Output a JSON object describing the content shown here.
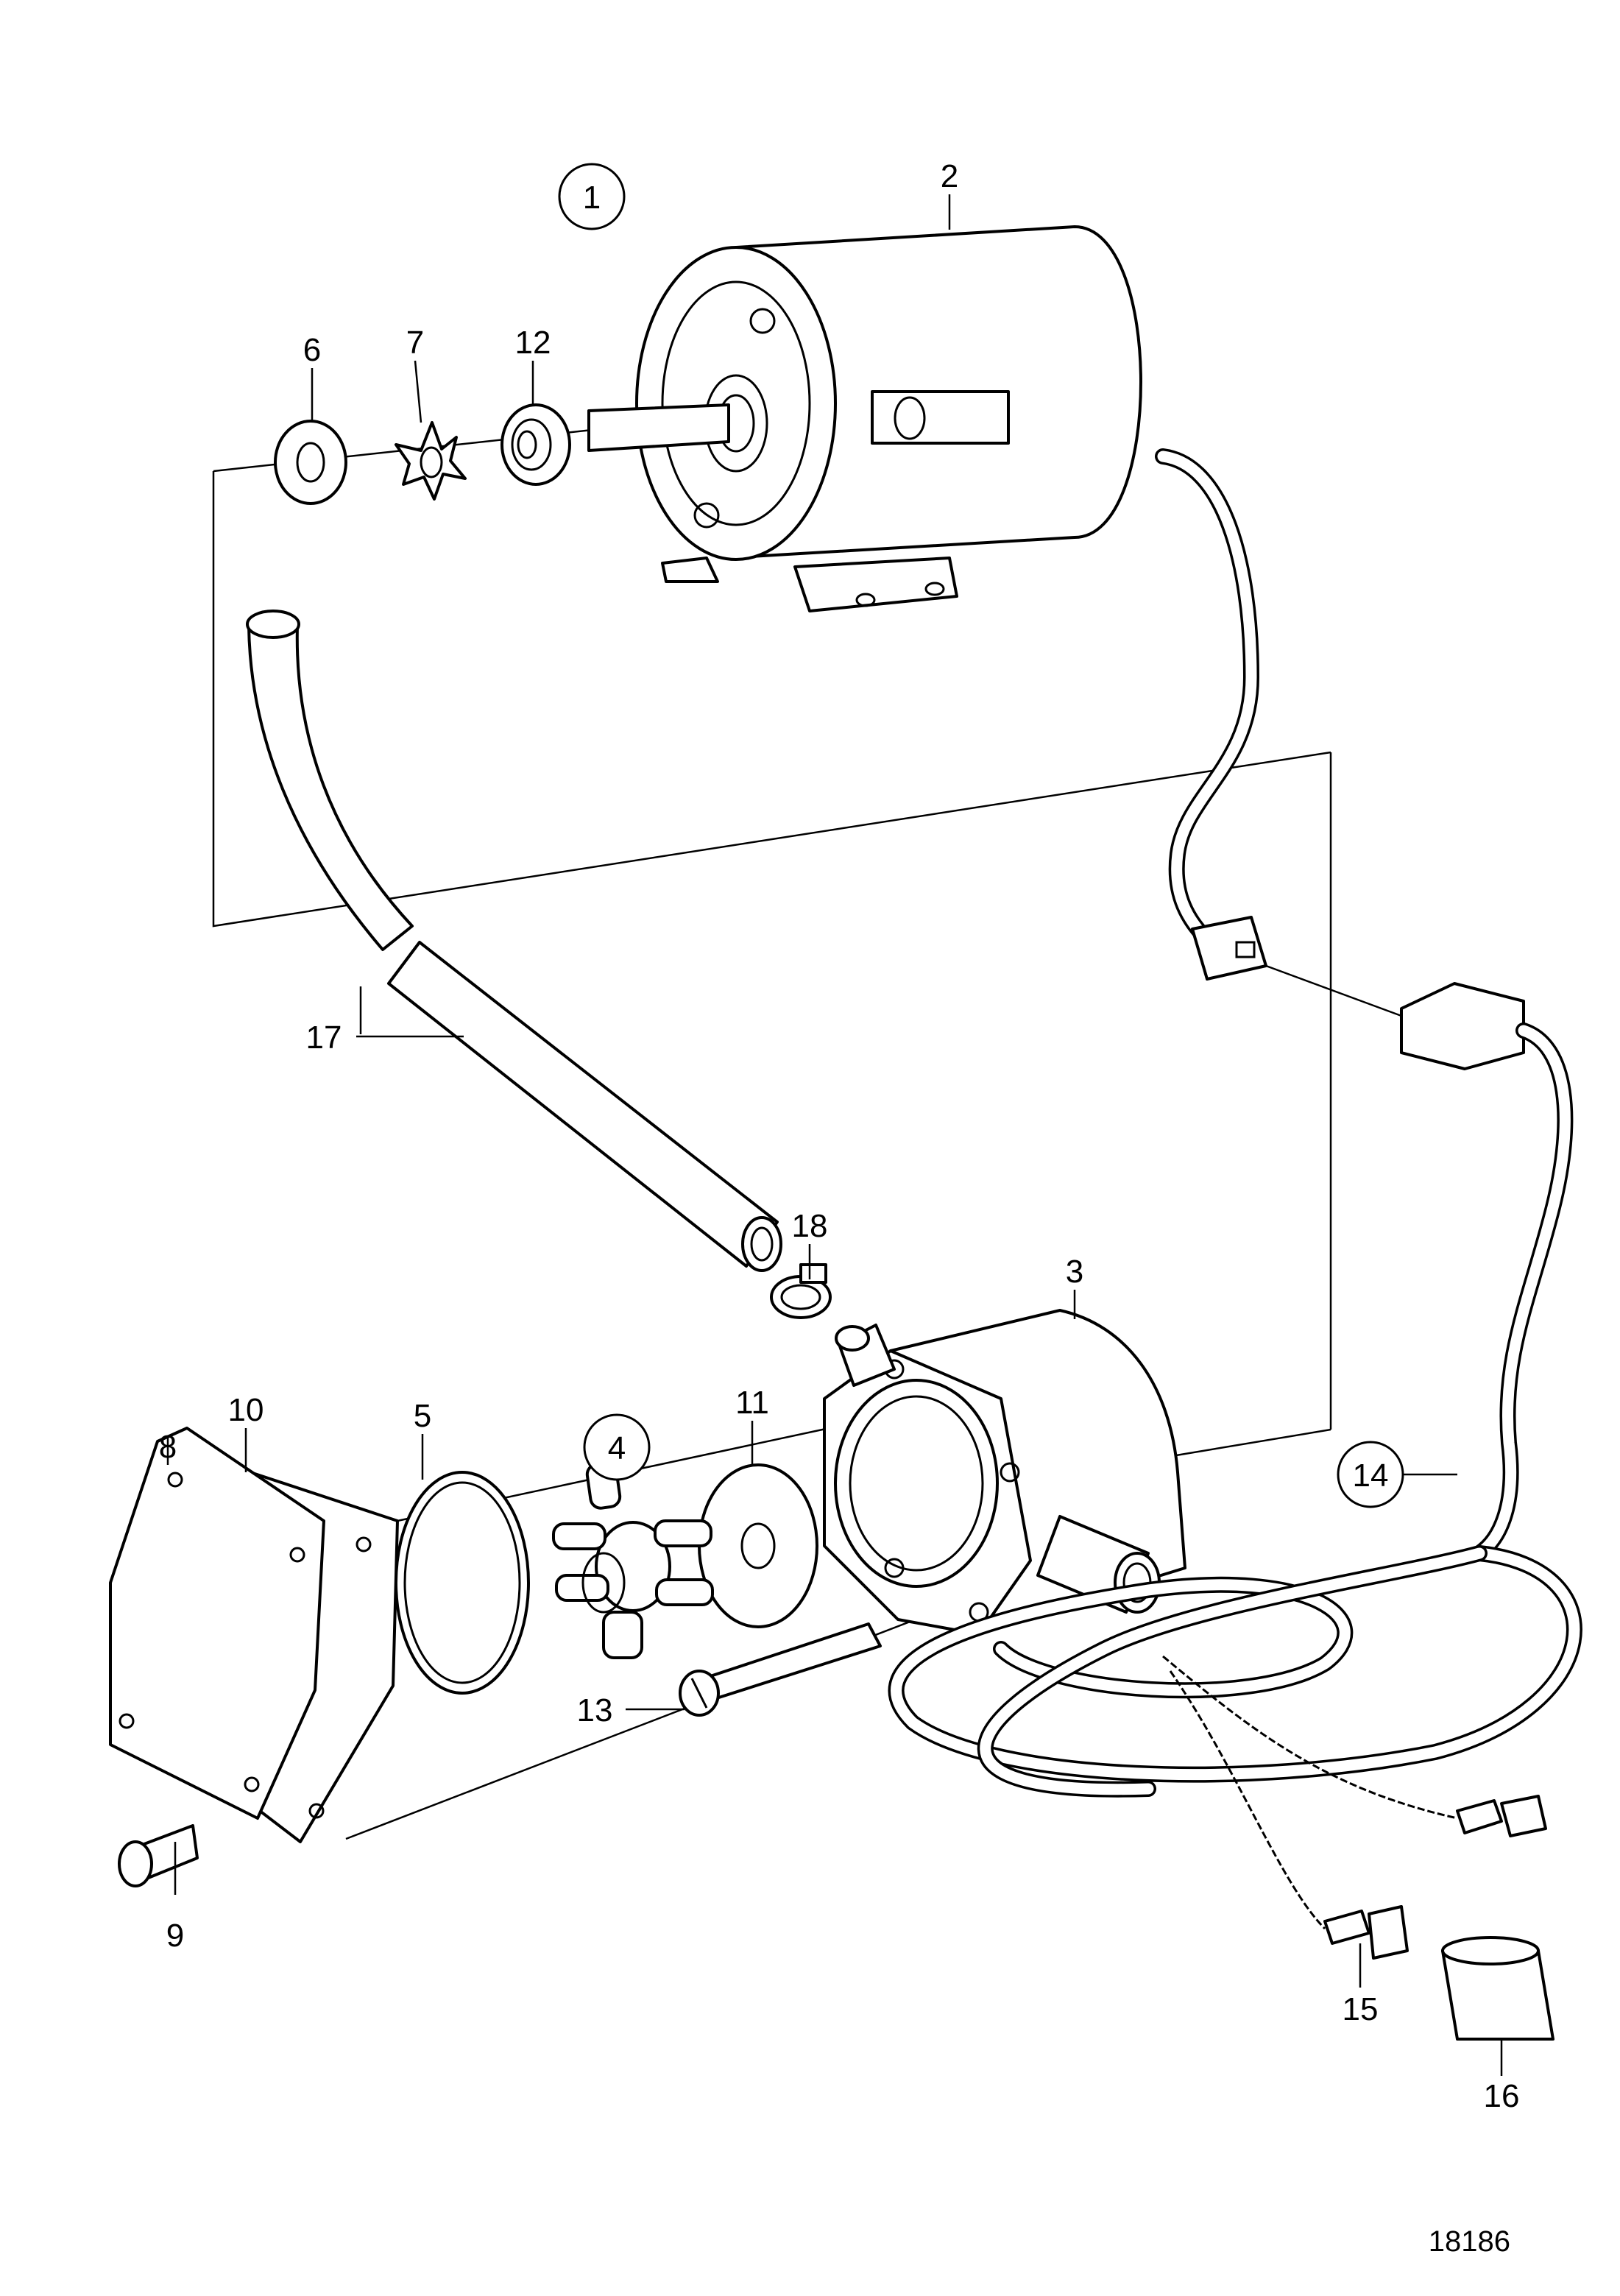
{
  "diagram": {
    "drawing_number": "18186",
    "callouts": [
      {
        "id": "c1",
        "label": "1",
        "circled": true
      },
      {
        "id": "c2",
        "label": "2",
        "circled": false
      },
      {
        "id": "c3",
        "label": "3",
        "circled": false
      },
      {
        "id": "c4",
        "label": "4",
        "circled": true
      },
      {
        "id": "c5",
        "label": "5",
        "circled": false
      },
      {
        "id": "c6",
        "label": "6",
        "circled": false
      },
      {
        "id": "c7",
        "label": "7",
        "circled": false
      },
      {
        "id": "c8",
        "label": "8",
        "circled": false
      },
      {
        "id": "c9",
        "label": "9",
        "circled": false
      },
      {
        "id": "c10",
        "label": "10",
        "circled": false
      },
      {
        "id": "c11",
        "label": "11",
        "circled": false
      },
      {
        "id": "c12",
        "label": "12",
        "circled": false
      },
      {
        "id": "c13",
        "label": "13",
        "circled": false
      },
      {
        "id": "c14",
        "label": "14",
        "circled": true
      },
      {
        "id": "c15",
        "label": "15",
        "circled": false
      },
      {
        "id": "c16",
        "label": "16",
        "circled": false
      },
      {
        "id": "c17",
        "label": "17",
        "circled": false
      },
      {
        "id": "c18",
        "label": "18",
        "circled": false
      }
    ]
  }
}
